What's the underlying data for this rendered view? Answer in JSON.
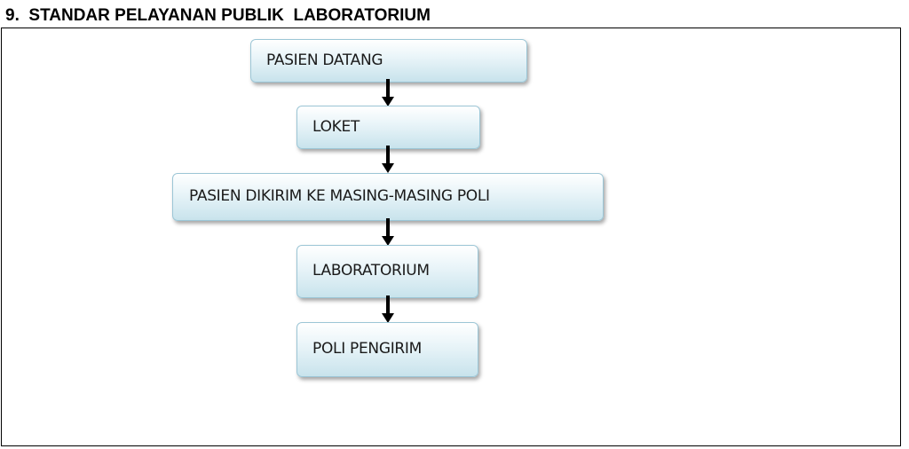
{
  "heading": "9.  STANDAR PELAYANAN PUBLIK  LABORATORIUM",
  "flow": {
    "steps": [
      {
        "label": "PASIEN DATANG"
      },
      {
        "label": "LOKET"
      },
      {
        "label": "PASIEN DIKIRIM KE MASING-MASING POLI"
      },
      {
        "label": "LABORATORIUM"
      },
      {
        "label": "POLI PENGIRIM"
      }
    ]
  },
  "colors": {
    "box_fill_top": "#ffffff",
    "box_fill_bottom": "#c8e3ec",
    "box_border": "#9cc6d6",
    "arrow": "#000000",
    "frame": "#000000"
  }
}
